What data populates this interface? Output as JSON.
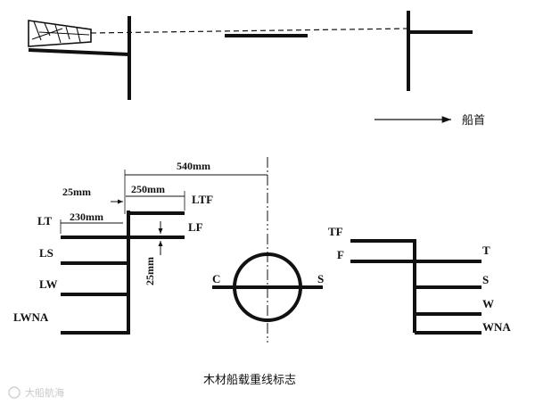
{
  "direction": {
    "label": "船首"
  },
  "dimensions": {
    "overall": "540mm",
    "offset": "25mm",
    "width": "250mm",
    "label_length": "230mm",
    "vertical": "25mm"
  },
  "left_marks": {
    "ltf": "LTF",
    "lf": "LF",
    "lt": "LT",
    "ls": "LS",
    "lw": "LW",
    "lwna": "LWNA"
  },
  "disc": {
    "left": "C",
    "right": "S"
  },
  "right_marks": {
    "tf": "TF",
    "f": "F",
    "t": "T",
    "s": "S",
    "w": "W",
    "wna": "WNA"
  },
  "caption": "木材船载重线标志",
  "watermark": "大船航海",
  "colors": {
    "ink": "#111111",
    "watermark": "#c8c8c8"
  }
}
